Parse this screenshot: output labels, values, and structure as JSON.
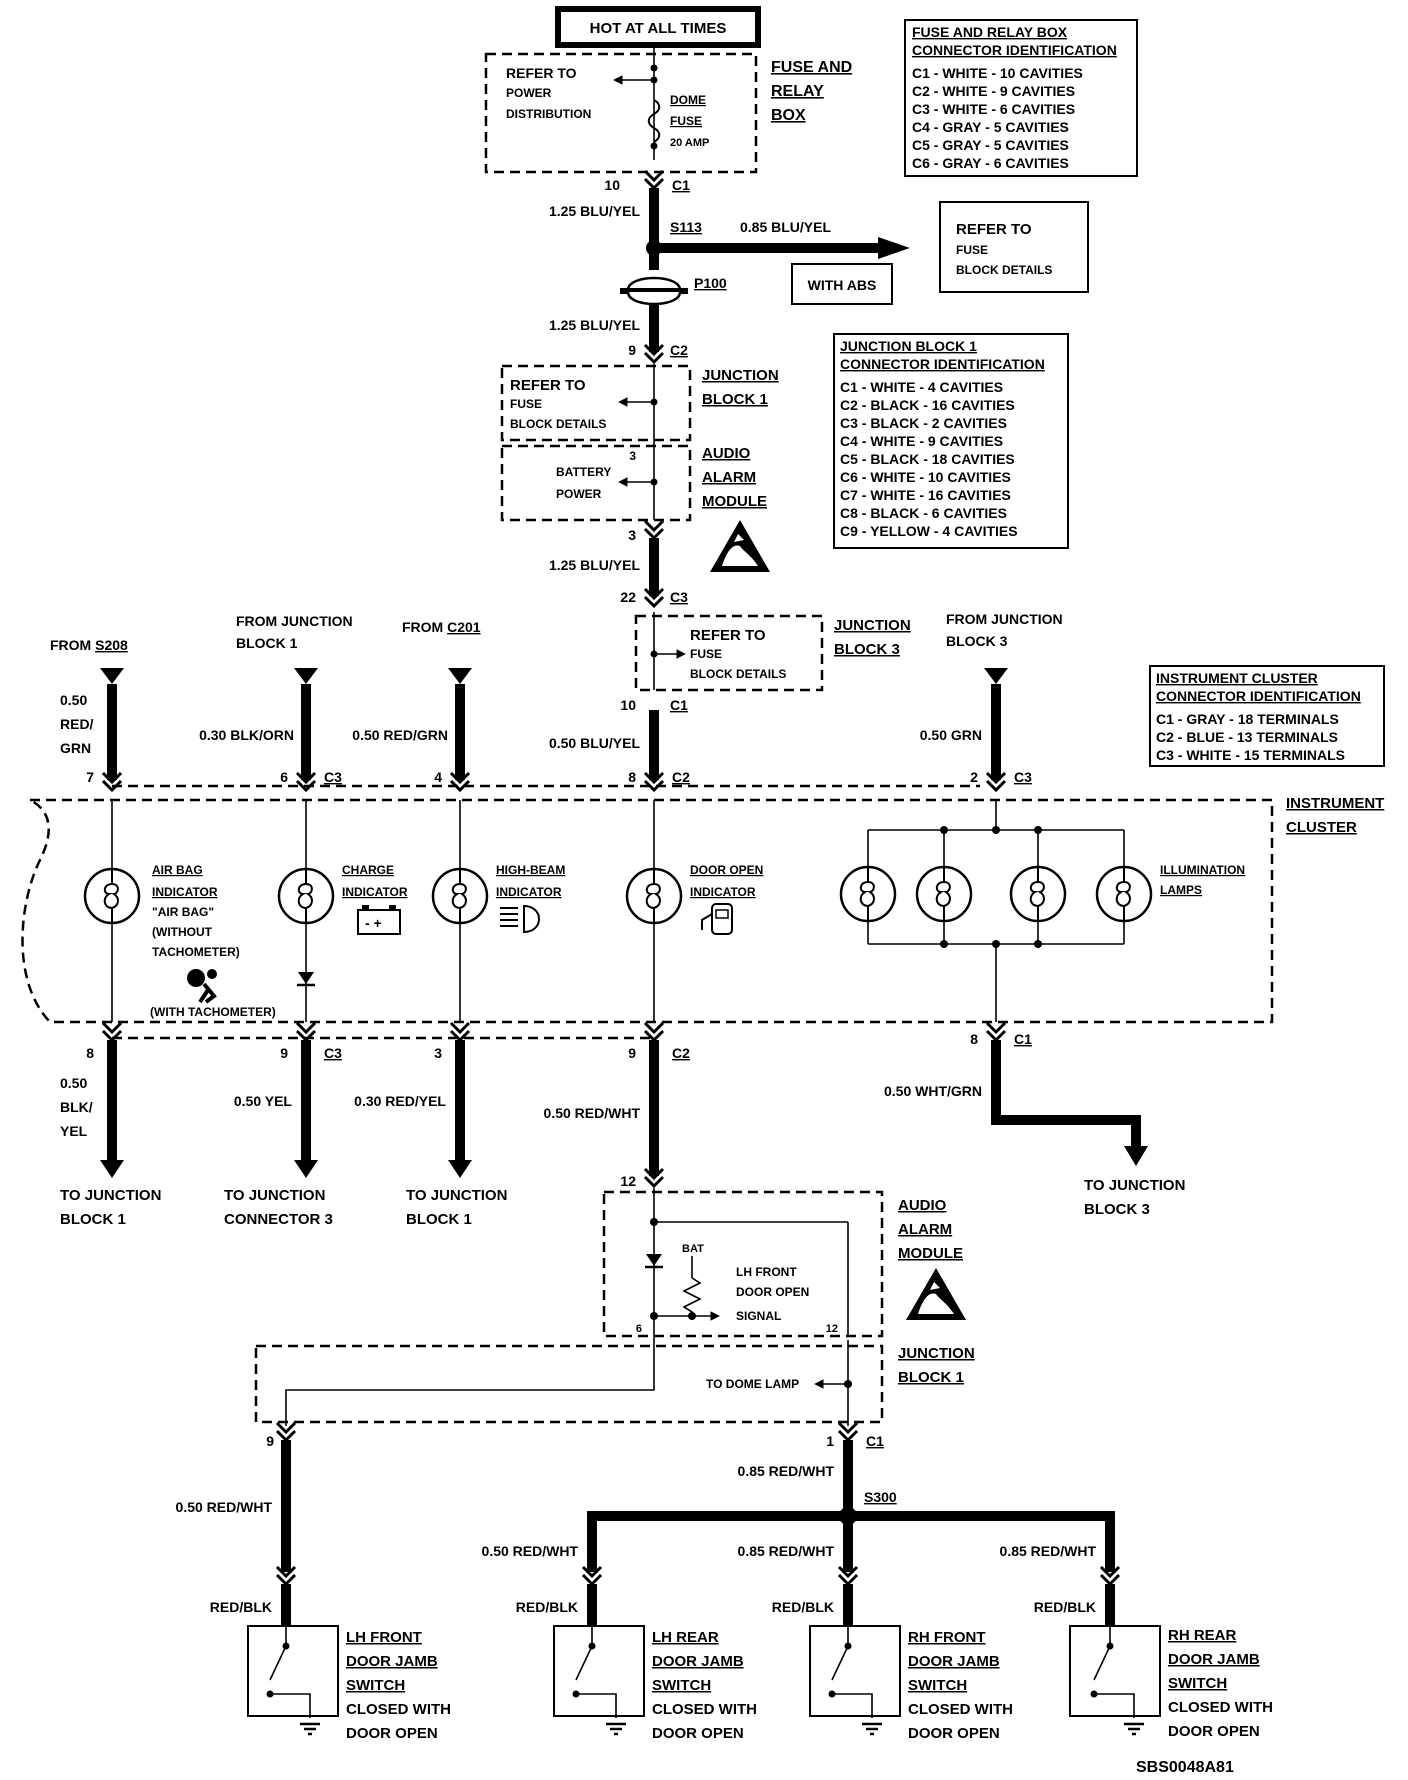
{
  "power_source": {
    "label": "HOT AT ALL TIMES"
  },
  "fuse_relay_box": {
    "title": "FUSE AND RELAY BOX",
    "refer": [
      "REFER TO",
      "POWER",
      "DISTRIBUTION"
    ],
    "fuse_name": "DOME FUSE",
    "fuse_rating": "20 AMP",
    "pin": "10",
    "connector": "C1"
  },
  "fuse_connector_table": {
    "title": [
      "FUSE AND RELAY BOX",
      "CONNECTOR IDENTIFICATION"
    ],
    "rows": [
      "C1 - WHITE - 10 CAVITIES",
      "C2 - WHITE - 9 CAVITIES",
      "C3 - WHITE - 6 CAVITIES",
      "C4 - GRAY - 5 CAVITIES",
      "C5 - GRAY - 5 CAVITIES",
      "C6 - GRAY - 6 CAVITIES"
    ]
  },
  "junction_block_table": {
    "title": [
      "JUNCTION BLOCK 1",
      "CONNECTOR IDENTIFICATION"
    ],
    "rows": [
      "C1 - WHITE - 4 CAVITIES",
      "C2 - BLACK - 16 CAVITIES",
      "C3 - BLACK - 2 CAVITIES",
      "C4 - WHITE - 9 CAVITIES",
      "C5 - BLACK - 18 CAVITIES",
      "C6 - WHITE - 10 CAVITIES",
      "C7 - WHITE - 16 CAVITIES",
      "C8 - BLACK - 6 CAVITIES",
      "C9 - YELLOW - 4 CAVITIES"
    ]
  },
  "cluster_table": {
    "title": [
      "INSTRUMENT CLUSTER",
      "CONNECTOR IDENTIFICATION"
    ],
    "rows": [
      "C1 - GRAY - 18 TERMINALS",
      "C2 - BLUE - 13 TERMINALS",
      "C3 - WHITE - 15 TERMINALS"
    ]
  },
  "top_feed": {
    "wire_1": "1.25 BLU/YEL",
    "splice": "S113",
    "branch_wire": "0.85 BLU/YEL",
    "refer_fuse": [
      "REFER TO",
      "FUSE",
      "BLOCK DETAILS"
    ],
    "with_abs": "WITH ABS",
    "pass_through": "P100",
    "wire_2": "1.25 BLU/YEL",
    "jb_pin": "9",
    "jb_connector": "C2"
  },
  "junction_block_1": {
    "title": [
      "JUNCTION",
      "BLOCK 1"
    ],
    "refer": [
      "REFER TO",
      "FUSE",
      "BLOCK DETAILS"
    ]
  },
  "audio_alarm_upper": {
    "title": [
      "AUDIO",
      "ALARM",
      "MODULE"
    ],
    "pin": "3",
    "label": [
      "BATTERY",
      "POWER"
    ]
  },
  "mid_feed": {
    "pin_out": "3",
    "wire": "1.25 BLU/YEL",
    "pin_in": "22",
    "connector": "C3"
  },
  "junction_block_3": {
    "title": [
      "JUNCTION",
      "BLOCK 3"
    ],
    "refer": [
      "REFER TO",
      "FUSE",
      "BLOCK DETAILS"
    ],
    "pin": "10",
    "connector": "C1"
  },
  "inputs": [
    {
      "from": [
        "FROM ",
        "S208"
      ],
      "wire": [
        "0.50",
        "RED/",
        "GRN"
      ],
      "pin": "7",
      "connector": ""
    },
    {
      "from": [
        "FROM JUNCTION",
        "BLOCK 1"
      ],
      "wire": [
        "0.30 BLK/ORN"
      ],
      "pin": "6",
      "connector": "C3"
    },
    {
      "from": [
        "FROM ",
        "C201"
      ],
      "wire": [
        "0.50 RED/GRN"
      ],
      "pin": "4",
      "connector": ""
    },
    {
      "from": [],
      "wire": [
        "0.50 BLU/YEL"
      ],
      "pin": "8",
      "connector": "C2"
    },
    {
      "from": [
        "FROM JUNCTION",
        "BLOCK 3"
      ],
      "wire": [
        "0.50 GRN"
      ],
      "pin": "2",
      "connector": "C3"
    }
  ],
  "cluster": {
    "title": [
      "INSTRUMENT",
      "CLUSTER"
    ],
    "airbag": {
      "label": [
        "AIR BAG",
        "INDICATOR"
      ],
      "note": [
        "\"AIR BAG\"",
        "(WITHOUT",
        "TACHOMETER)"
      ],
      "note2": "(WITH TACHOMETER)"
    },
    "charge": {
      "label": [
        "CHARGE",
        "INDICATOR"
      ]
    },
    "highbeam": {
      "label": [
        "HIGH-BEAM",
        "INDICATOR"
      ]
    },
    "door": {
      "label": [
        "DOOR OPEN",
        "INDICATOR"
      ]
    },
    "illum": {
      "label": [
        "ILLUMINATION",
        "LAMPS"
      ]
    }
  },
  "outputs": [
    {
      "pin": "8",
      "connector": "",
      "wire": [
        "0.50",
        "BLK/",
        "YEL"
      ],
      "to": [
        "TO JUNCTION",
        "BLOCK 1"
      ]
    },
    {
      "pin": "9",
      "connector": "C3",
      "wire": [
        "0.50 YEL"
      ],
      "to": [
        "TO JUNCTION",
        "CONNECTOR 3"
      ]
    },
    {
      "pin": "3",
      "connector": "",
      "wire": [
        "0.30 RED/YEL"
      ],
      "to": [
        "TO JUNCTION",
        "BLOCK 1"
      ]
    },
    {
      "pin": "9",
      "connector": "C2",
      "wire": [
        "0.50 RED/WHT"
      ],
      "to": []
    },
    {
      "pin": "8",
      "connector": "C1",
      "wire": [
        "0.50 WHT/GRN"
      ],
      "to": [
        "TO JUNCTION",
        "BLOCK 3"
      ]
    }
  ],
  "audio_alarm_lower": {
    "title": [
      "AUDIO",
      "ALARM",
      "MODULE"
    ],
    "pin_in": "12",
    "bat": "BAT",
    "signal": [
      "LH FRONT",
      "DOOR OPEN",
      "SIGNAL"
    ],
    "pin_6": "6",
    "pin_12": "12"
  },
  "junction_block_1_lower": {
    "title": [
      "JUNCTION",
      "BLOCK 1"
    ],
    "dome": "TO DOME LAMP",
    "pin_9": "9",
    "pin_1": "1",
    "connector": "C1"
  },
  "door_wiring": {
    "wire_lh": "0.50 RED/WHT",
    "wire_main": "0.85 RED/WHT",
    "splice": "S300",
    "wire_lr": "0.50 RED/WHT",
    "wire_rf": "0.85 RED/WHT",
    "wire_rr": "0.85 RED/WHT",
    "pigtail": "RED/BLK"
  },
  "switches": [
    {
      "title": [
        "LH FRONT",
        "DOOR JAMB",
        "SWITCH"
      ],
      "note": [
        "CLOSED WITH",
        "DOOR OPEN"
      ]
    },
    {
      "title": [
        "LH REAR",
        "DOOR JAMB",
        "SWITCH"
      ],
      "note": [
        "CLOSED WITH",
        "DOOR OPEN"
      ]
    },
    {
      "title": [
        "RH FRONT",
        "DOOR JAMB",
        "SWITCH"
      ],
      "note": [
        "CLOSED WITH",
        "DOOR OPEN"
      ]
    },
    {
      "title": [
        "RH REAR",
        "DOOR JAMB",
        "SWITCH"
      ],
      "note": [
        "CLOSED WITH",
        "DOOR OPEN"
      ]
    }
  ],
  "figure_id": "SBS0048A81"
}
